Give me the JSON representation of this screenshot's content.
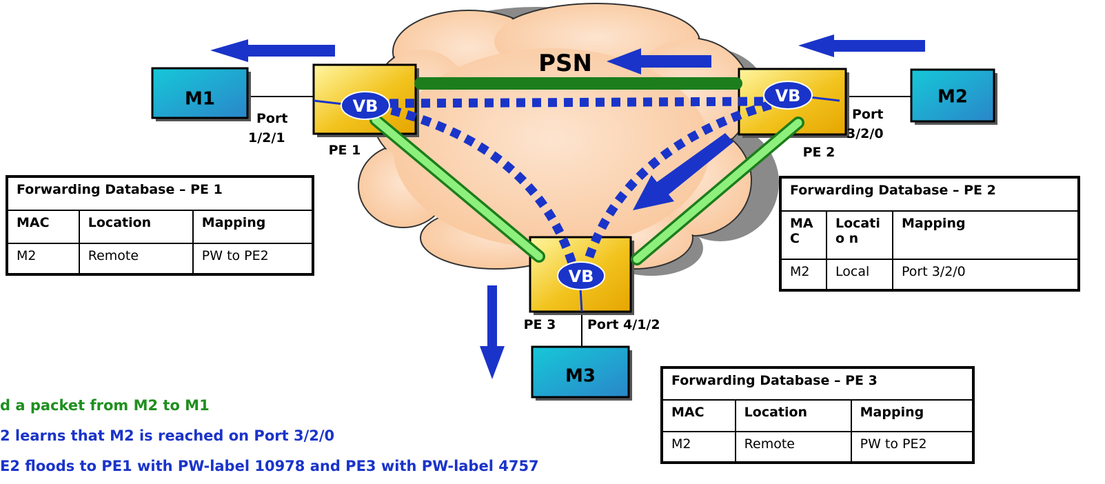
{
  "cloud_label": "PSN",
  "macs": {
    "m1": "M1",
    "m2": "M2",
    "m3": "M3"
  },
  "vb_label": "VB",
  "pe": {
    "pe1": "PE 1",
    "pe2": "PE 2",
    "pe3": "PE 3"
  },
  "ports": {
    "pe1_line1": "Port",
    "pe1_line2": "1/2/1",
    "pe2_line1": "Port",
    "pe2_line2": "3/2/0",
    "pe3": "Port 4/1/2"
  },
  "tables": {
    "pe1": {
      "title": "Forwarding Database – PE 1",
      "headers": [
        "MAC",
        "Location",
        "Mapping"
      ],
      "row": [
        "M2",
        "Remote",
        "PW to PE2"
      ]
    },
    "pe2": {
      "title": "Forwarding Database – PE 2",
      "headers": [
        "MA C",
        "Locatio n",
        "Mapping"
      ],
      "row": [
        "M2",
        "Local",
        "Port 3/2/0"
      ]
    },
    "pe3": {
      "title": "Forwarding Database – PE 3",
      "headers": [
        "MAC",
        "Location",
        "Mapping"
      ],
      "row": [
        "M2",
        "Remote",
        "PW to PE2"
      ]
    }
  },
  "notes": [
    "d a packet from M2 to M1",
    "2 learns that M2 is reached on Port 3/2/0",
    "E2 floods to PE1 with PW-label 10978 and PE3 with PW-label 4757"
  ],
  "colors": {
    "arrow": "#1a34c9",
    "pseudowire": "#2aa52a",
    "note_green": "#1f8f1f",
    "note_blue": "#1a34c9"
  }
}
